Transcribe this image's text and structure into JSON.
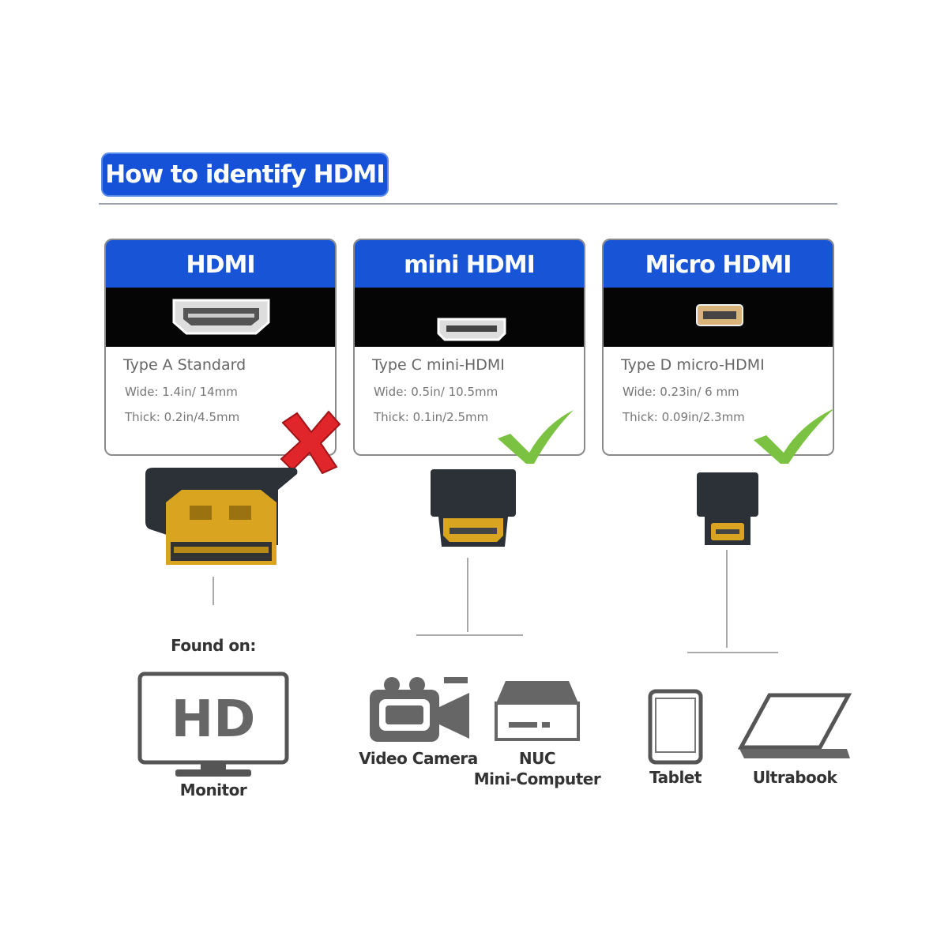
{
  "title": "How to identify HDMI",
  "cards": [
    {
      "name": "HDMI",
      "type": "Type A Standard",
      "wide": "Wide: 1.4in/ 14mm",
      "thick": "Thick: 0.2in/4.5mm",
      "verdict": "cross-icon"
    },
    {
      "name": "mini HDMI",
      "type": "Type C mini-HDMI",
      "wide": "Wide: 0.5in/ 10.5mm",
      "thick": "Thick: 0.1in/2.5mm",
      "verdict": "check-icon"
    },
    {
      "name": "Micro HDMI",
      "type": "Type D micro-HDMI",
      "wide": "Wide: 0.23in/ 6 mm",
      "thick": "Thick: 0.09in/2.3mm",
      "verdict": "check-icon"
    }
  ],
  "found_on": "Found on:",
  "monitor_text": "HD",
  "devices": {
    "monitor": "Monitor",
    "camera": "Video Camera",
    "nuc1": "NUC",
    "nuc2": "Mini-Computer",
    "tablet": "Tablet",
    "ultrabook": "Ultrabook"
  },
  "colors": {
    "blue": "#1755d6",
    "gold": "#d9a520",
    "cross": "#e0262b",
    "check": "#7cc242"
  }
}
